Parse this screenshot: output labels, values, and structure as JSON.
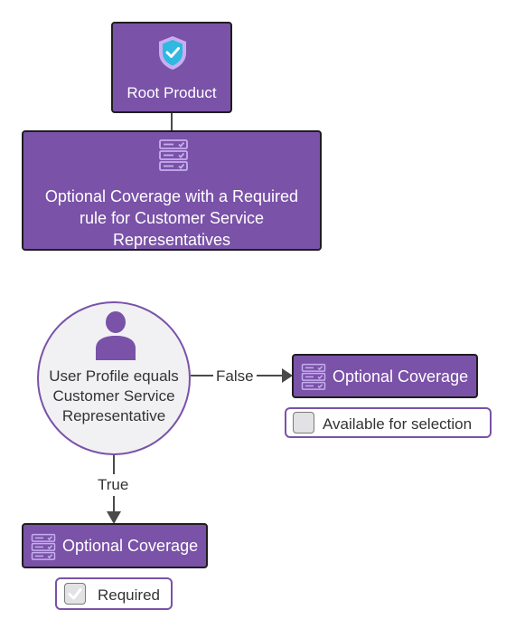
{
  "nodes": {
    "root": {
      "label": "Root Product",
      "icon": "shield-check-icon"
    },
    "coverage_rule": {
      "label_lines": [
        "Optional Coverage with a Required",
        "rule for Customer Service",
        "Representatives"
      ],
      "icon": "server-stack-icon"
    },
    "decision": {
      "label_lines": [
        "User Profile equals",
        "Customer Service",
        "Representative"
      ],
      "icon": "user-icon"
    },
    "false_branch": {
      "label": "Optional Coverage",
      "icon": "server-stack-icon"
    },
    "true_branch": {
      "label": "Optional Coverage",
      "icon": "server-stack-icon"
    }
  },
  "edges": {
    "false_label": "False",
    "true_label": "True"
  },
  "states": {
    "available": {
      "label": "Available for selection",
      "checked": false
    },
    "required": {
      "label": "Required",
      "checked": true
    }
  },
  "colors": {
    "node_fill": "#7a52a8",
    "node_border": "#1e1e1e",
    "shield": "#2fb8e0",
    "icon_stroke": "#c8aef0",
    "decision_fill": "#f1f1f3"
  }
}
